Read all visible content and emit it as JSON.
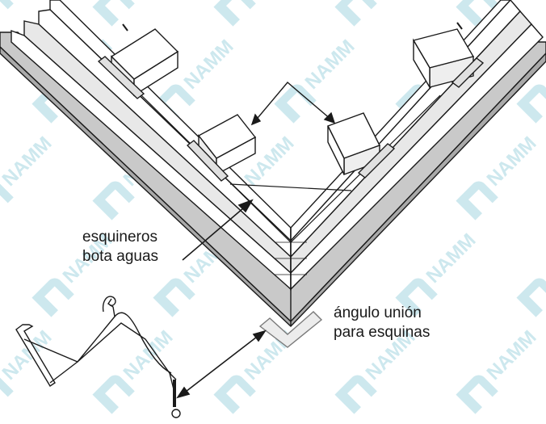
{
  "labels": {
    "corner_flashing": [
      "esquineros",
      "bota aguas"
    ],
    "corner_angle": [
      "ángulo unión",
      "para esquinas"
    ]
  },
  "watermark": {
    "text": "NAMM",
    "color": "#cde8ee"
  },
  "colors": {
    "line": "#1a1a1a",
    "panel_fill": "#ffffff",
    "panel_shade": "#c9c9c9",
    "panel_shade_dark": "#a9a9a9",
    "angle_fill": "#ececec"
  }
}
